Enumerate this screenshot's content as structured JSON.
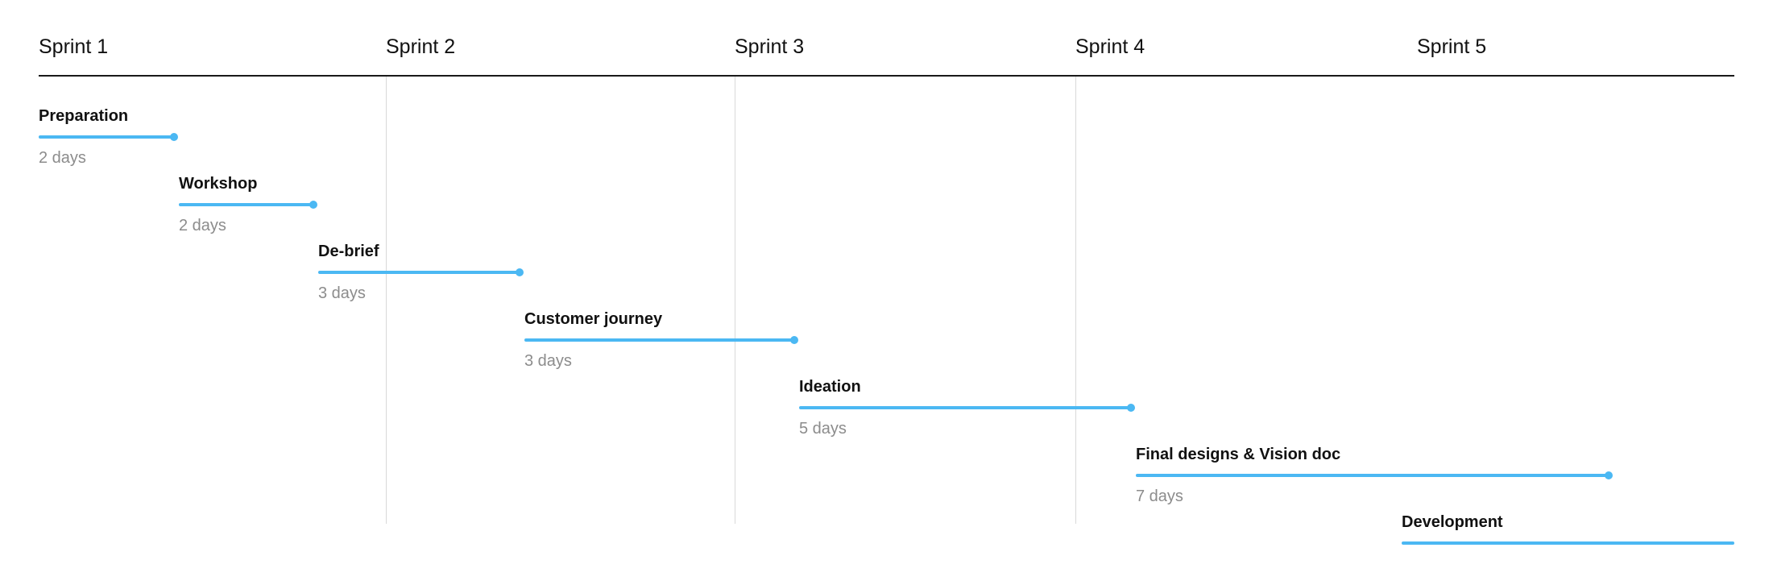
{
  "colors": {
    "bar": "#4bb8f3",
    "grid": "#d9d9d9",
    "rule": "#1a1a1a",
    "duration_text": "#8c8c8c"
  },
  "sprints": [
    "Sprint 1",
    "Sprint 2",
    "Sprint 3",
    "Sprint 4",
    "Sprint 5"
  ],
  "tasks": [
    {
      "name": "Preparation",
      "duration": "2 days",
      "has_end_marker": true
    },
    {
      "name": "Workshop",
      "duration": "2 days",
      "has_end_marker": true
    },
    {
      "name": "De-brief",
      "duration": "3 days",
      "has_end_marker": true
    },
    {
      "name": "Customer journey",
      "duration": "3 days",
      "has_end_marker": true
    },
    {
      "name": "Ideation",
      "duration": "5 days",
      "has_end_marker": true
    },
    {
      "name": "Final designs & Vision doc",
      "duration": "7 days",
      "has_end_marker": true
    },
    {
      "name": "Development",
      "duration": "",
      "has_end_marker": false
    }
  ]
}
